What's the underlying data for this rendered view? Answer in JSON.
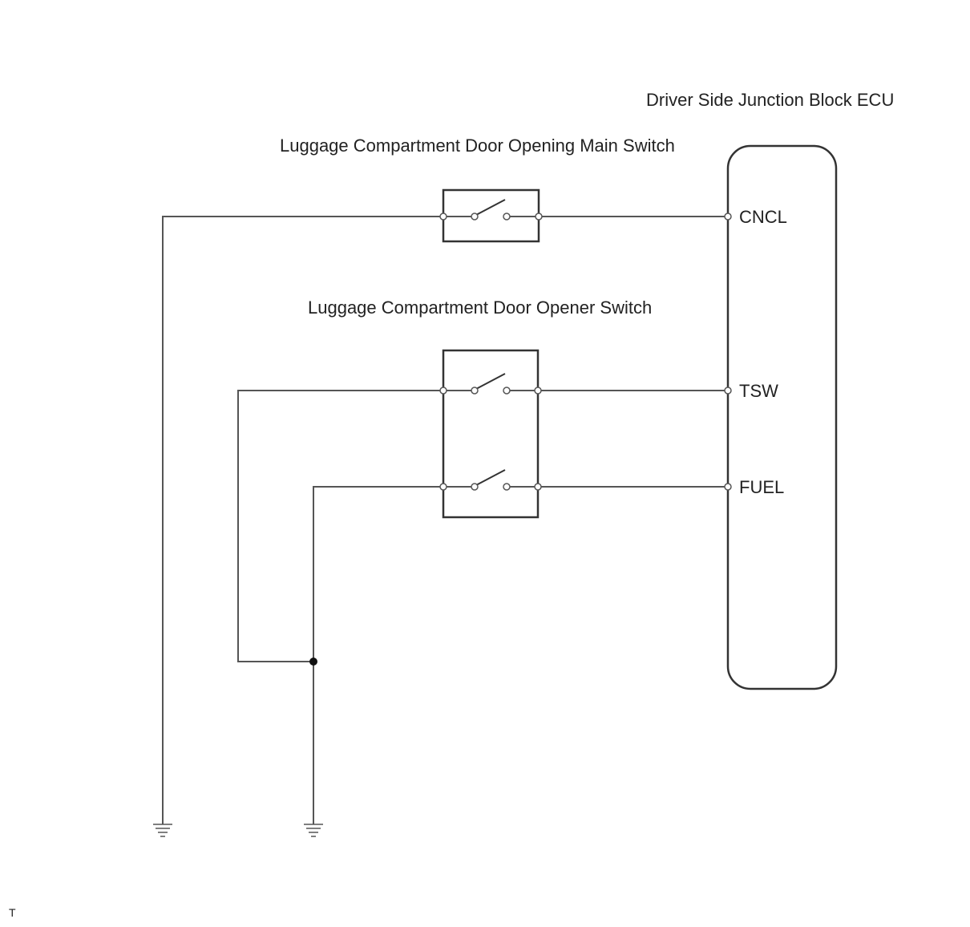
{
  "labels": {
    "ecu": "Driver Side Junction Block ECU",
    "main_switch": "Luggage Compartment Door Opening Main Switch",
    "opener_switch": "Luggage Compartment Door Opener Switch",
    "corner_mark": "T"
  },
  "pins": {
    "cncl": "CNCL",
    "tsw": "TSW",
    "fuel": "FUEL"
  },
  "icons": [
    "ground-symbol-icon",
    "switch-contact-icon",
    "junction-dot-icon"
  ]
}
